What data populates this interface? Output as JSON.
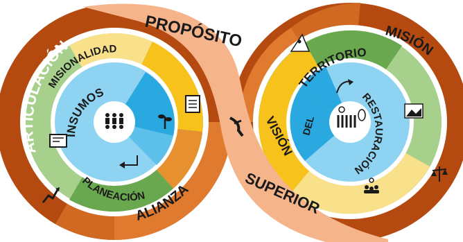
{
  "left_circle": {
    "outer_top_left": "ARTICULACIÓN",
    "outer_bottom_right": "ALIANZA",
    "middle_top": "MISIONALIDAD",
    "middle_bottom": "PLANEACIÓN",
    "inner": "INSUMOS"
  },
  "right_circle": {
    "outer_top_right": "MISIÓN",
    "middle_left": "VISIÓN",
    "middle_top": "TERRITORIO",
    "inner_left": "DEL",
    "inner_right": "RESTAURACIÓN"
  },
  "connector": {
    "top_label": "PROPÓSITO",
    "bottom_label": "SUPERIOR"
  },
  "icons": [
    "growth-chart-icon",
    "blueprint-icon",
    "checklist-icon",
    "people-group-icon",
    "seedling-icon",
    "refresh-arrow-icon",
    "handshake-icon",
    "mountain-climber-icon",
    "landscape-map-icon",
    "balance-scale-icon",
    "idea-people-icon",
    "community-nature-icon"
  ],
  "colors": {
    "outer_dark": "#b54a10",
    "outer_orange": "#e07a2e",
    "band_peach": "#f5b48a",
    "yellow": "#f6c21b",
    "light_yellow": "#f9e08a",
    "light_green": "#a7d08c",
    "green": "#6aa84f",
    "light_blue": "#8fd3f2",
    "blue": "#2aa8e0"
  }
}
